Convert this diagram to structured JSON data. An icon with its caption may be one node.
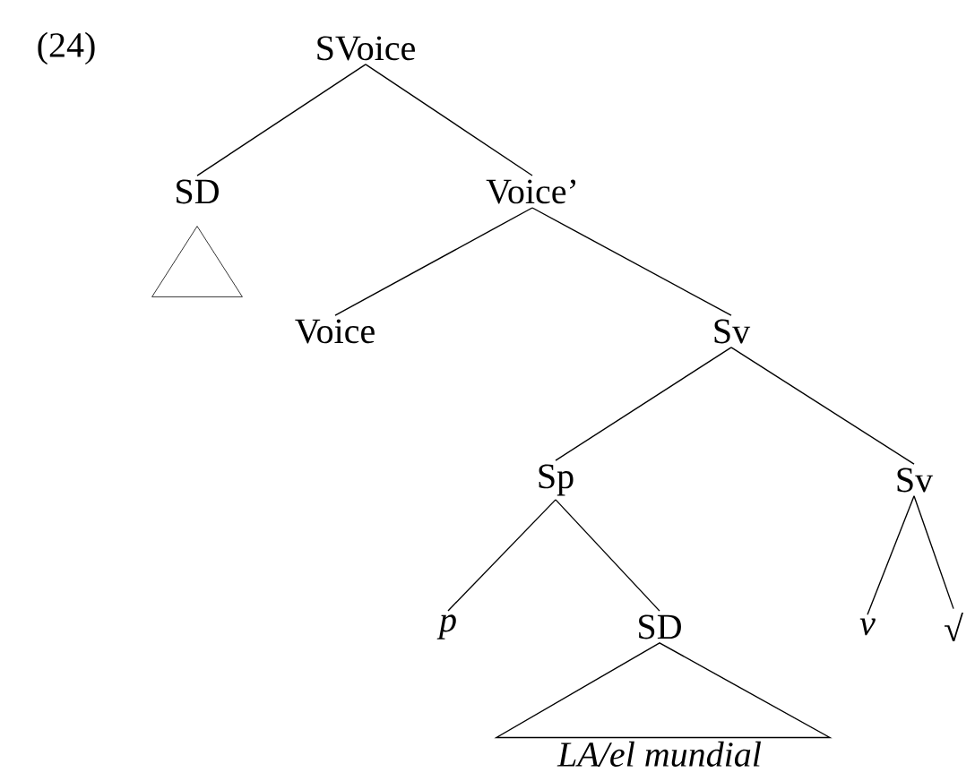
{
  "diagram": {
    "nodes": [
      {
        "text": [
          "SVoice"
        ]
      },
      {
        "text": [
          "SD"
        ]
      },
      {
        "text": [],
        "shape": "triangle"
      },
      {
        "text": [
          "Voice’"
        ]
      },
      {
        "text": [
          "Voice"
        ]
      },
      {
        "text": [
          "Sv"
        ]
      },
      {
        "text": [
          "Sp"
        ]
      },
      {
        "text": [
          "Sv"
        ]
      },
      {
        "text": [
          "p"
        ]
      },
      {
        "text": [
          "SD"
        ]
      },
      {
        "text": [
          "LA/el mundial"
        ]
      },
      {
        "text": [
          "v"
        ]
      },
      {
        "text": [
          "√"
        ]
      }
    ],
    "edges": [
      {
        "from": 0,
        "to": 1,
        "arrow": "none"
      },
      {
        "from": 0,
        "to": 3,
        "arrow": "none"
      },
      {
        "from": 3,
        "to": 4,
        "arrow": "none"
      },
      {
        "from": 3,
        "to": 5,
        "arrow": "none"
      },
      {
        "from": 5,
        "to": 6,
        "arrow": "none"
      },
      {
        "from": 5,
        "to": 7,
        "arrow": "none"
      },
      {
        "from": 6,
        "to": 8,
        "arrow": "none"
      },
      {
        "from": 6,
        "to": 9,
        "arrow": "none"
      },
      {
        "from": 9,
        "to": 10,
        "arrow": "none"
      },
      {
        "from": 7,
        "to": 11,
        "arrow": "none"
      },
      {
        "from": 7,
        "to": 12,
        "arrow": "none"
      }
    ],
    "labels": [
      "(24)"
    ]
  }
}
